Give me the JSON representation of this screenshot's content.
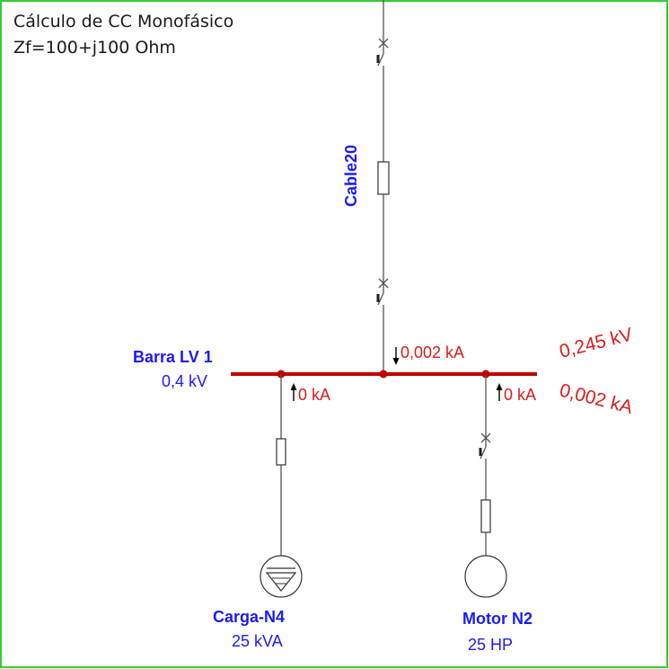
{
  "title": {
    "line1": "Cálculo de CC Monofásico",
    "line2": "Zf=100+j100 Ohm"
  },
  "cable": {
    "name": "Cable20"
  },
  "bus": {
    "name": "Barra LV 1",
    "voltage": "0,4 kV",
    "fault_voltage": "0,245 kV",
    "fault_current": "0,002 kA",
    "incoming_current": "0,002 kA",
    "color": "#c00000"
  },
  "branches": {
    "load_current": "0 kA",
    "motor_current": "0 kA"
  },
  "load": {
    "name": "Carga-N4",
    "rating": "25 kVA"
  },
  "motor": {
    "name": "Motor N2",
    "rating": "25 HP"
  },
  "colors": {
    "border": "#33cc33",
    "label_blue": "#1a1aff",
    "result_red": "#e01a1a"
  }
}
